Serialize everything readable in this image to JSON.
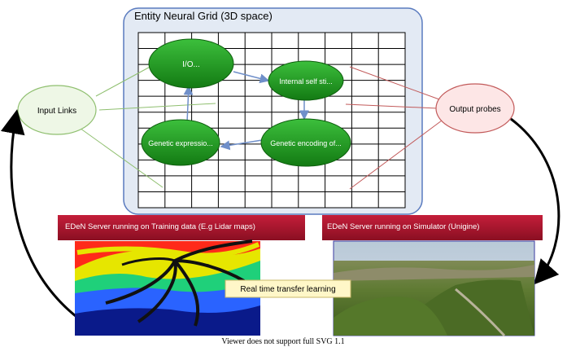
{
  "grid": {
    "title": "Entity Neural Grid (3D space)",
    "colors": {
      "frame_fill": "#dfe7f2",
      "frame_stroke": "#5a7bbf",
      "grid_line": "#000000"
    }
  },
  "nodes": {
    "io": "I/O...",
    "internal": "Internal self sti...",
    "encoding": "Genetic encoding of...",
    "expression": "Genetic expressio...",
    "colors": {
      "green_fill": "#1f9a1f",
      "green_stroke": "#0d5e0d",
      "label": "#ffffff"
    }
  },
  "side_nodes": {
    "input": "Input Links",
    "output": "Output probes",
    "colors": {
      "input_fill": "#eef7e6",
      "input_stroke": "#8fbf6f",
      "output_fill": "#fde6e6",
      "output_stroke": "#c25a5a"
    }
  },
  "servers": {
    "training": "EDeN Server running on Training data (E.g Lidar maps)",
    "simulator": "EDeN Server running on Simulator (Unigine)",
    "colors": {
      "header": "#a01227",
      "header_text": "#ffffff"
    }
  },
  "transfer_label": "Real time transfer learning",
  "footer": "Viewer does not support full SVG 1.1",
  "images": {
    "lidar": "lidar-heatmap-image",
    "terrain": "aerial-terrain-image"
  }
}
